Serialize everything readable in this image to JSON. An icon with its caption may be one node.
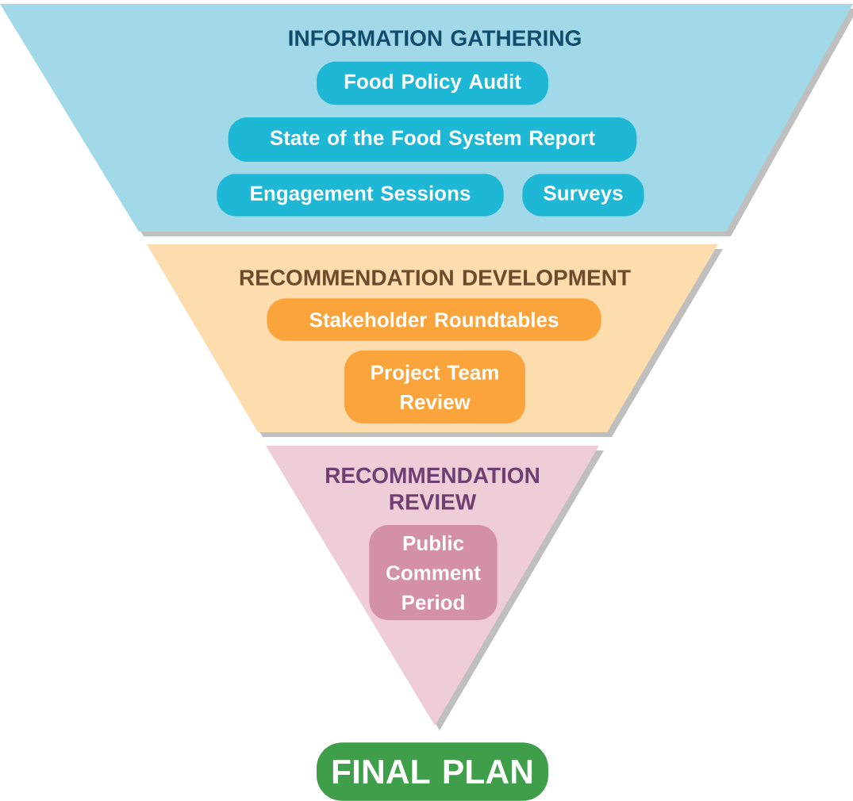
{
  "diagram": {
    "nodes": [
      {
        "text": [
          "INFORMATION GATHERING"
        ]
      },
      {
        "text": [
          "Food Policy Audit"
        ],
        "in": 0
      },
      {
        "text": [
          "State of the Food System Report"
        ],
        "in": 0
      },
      {
        "text": [
          "Engagement Sessions"
        ],
        "in": 0
      },
      {
        "text": [
          "Surveys"
        ],
        "in": 0
      },
      {
        "text": [
          "RECOMMENDATION DEVELOPMENT"
        ]
      },
      {
        "text": [
          "Stakeholder Roundtables"
        ],
        "in": 5
      },
      {
        "text": [
          "Project Team Review"
        ],
        "in": 5
      },
      {
        "text": [
          "RECOMMENDATION REVIEW"
        ]
      },
      {
        "text": [
          "Public Comment Period"
        ],
        "in": 8
      },
      {
        "text": [
          "FINAL PLAN"
        ]
      }
    ]
  }
}
